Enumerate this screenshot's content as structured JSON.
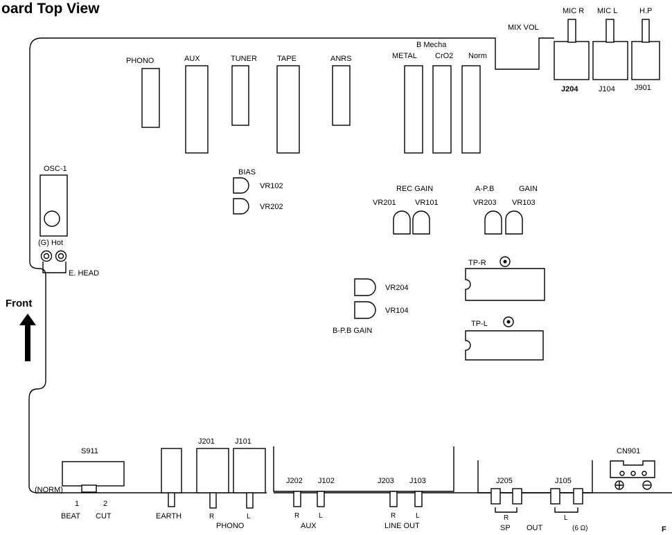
{
  "title": "oard Top View",
  "front_label": "Front",
  "corner_text": "F",
  "sliders": {
    "phono": "PHONO",
    "aux": "AUX",
    "tuner": "TUNER",
    "tape": "TAPE",
    "anrs": "ANRS",
    "b_mecha": "B Mecha",
    "metal": "METAL",
    "cro2": "CrO2",
    "norm": "Norm"
  },
  "top_right": {
    "mix_vol": "MIX VOL",
    "mic_r": "MIC R",
    "mic_l": "MIC L",
    "hp": "H.P",
    "j204": "J204",
    "j104": "J104",
    "j901": "J901"
  },
  "osc": {
    "label": "OSC-1",
    "g_hot": "(G) Hot",
    "e_head": "E. HEAD"
  },
  "pots": {
    "bias": "BIAS",
    "vr102": "VR102",
    "vr202": "VR202",
    "rec_gain": "REC GAIN",
    "vr201": "VR201",
    "vr101": "VR101",
    "apb_gain": "A-P.B",
    "gain": "GAIN",
    "vr203": "VR203",
    "vr103": "VR103",
    "vr204": "VR204",
    "vr104": "VR104",
    "bpb_gain": "B-P.B GAIN"
  },
  "test_points": {
    "tpr": "TP-R",
    "tpl": "TP-L"
  },
  "bottom": {
    "s911": "S911",
    "norm": "(NORM)",
    "one": "1",
    "two": "2",
    "beat": "BEAT",
    "cut": "CUT",
    "earth": "EARTH",
    "j201": "J201",
    "j101": "J101",
    "phono": "PHONO",
    "r": "R",
    "l": "L",
    "j202": "J202",
    "j102": "J102",
    "aux": "AUX",
    "j203": "J203",
    "j103": "J103",
    "line_out": "LINE OUT",
    "j205": "J205",
    "j105": "J105",
    "sp": "SP",
    "out": "OUT",
    "ohm": "(6 Ω)",
    "cn901": "CN901"
  }
}
